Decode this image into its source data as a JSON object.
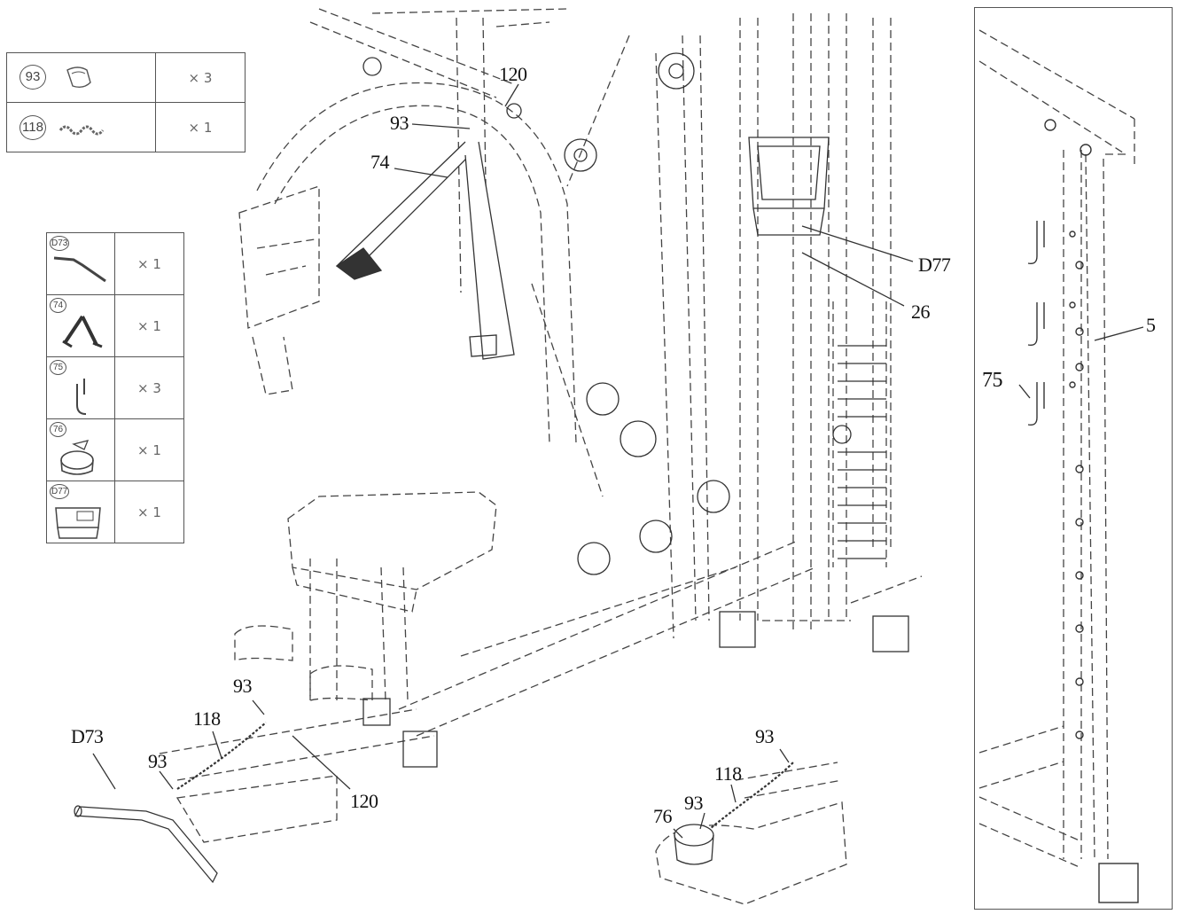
{
  "hardware_table": [
    {
      "num": "93",
      "qty": "× 3",
      "icon": "shackle-icon"
    },
    {
      "num": "118",
      "qty": "× 1",
      "icon": "chain-icon"
    }
  ],
  "accessory_table": [
    {
      "num": "D73",
      "qty": "× 1",
      "icon": "curl-bar-icon"
    },
    {
      "num": "74",
      "qty": "× 1",
      "icon": "triceps-rope-icon"
    },
    {
      "num": "75",
      "qty": "× 3",
      "icon": "hook-icon"
    },
    {
      "num": "76",
      "qty": "× 1",
      "icon": "ankle-strap-icon"
    },
    {
      "num": "D77",
      "qty": "× 1",
      "icon": "holder-icon"
    }
  ],
  "callouts": {
    "c120_top": "120",
    "c93_top": "93",
    "c74": "74",
    "cD77": "D77",
    "c26": "26",
    "c5": "5",
    "c75": "75",
    "c93_mid": "93",
    "c118_left": "118",
    "cD73": "D73",
    "c93_left": "93",
    "c120_bot": "120",
    "c93_right": "93",
    "c118_right": "118",
    "c93_right2": "93",
    "c76": "76"
  }
}
